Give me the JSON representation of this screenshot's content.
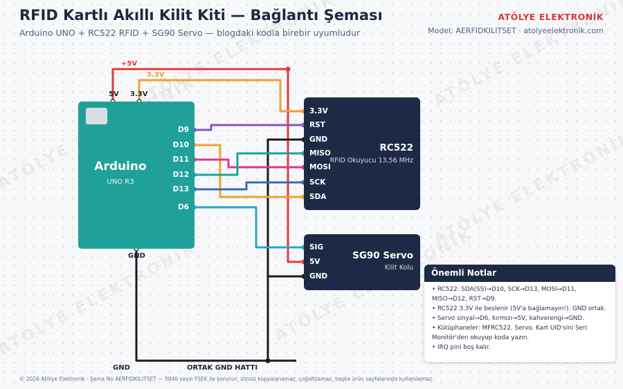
{
  "header": {
    "title": "RFID Kartlı Akıllı Kilit Kiti — Bağlantı Şeması",
    "subtitle": "Arduino UNO + RC522 RFID + SG90 Servo — blogdaki kodla birebir uyumludur",
    "brand": "ATÖLYE ELEKTRONİK",
    "model": "Model: AERFIDKILITSET · atolyeelektronik.com"
  },
  "watermark": "ATÖLYE ELEKTRONİK",
  "arduino": {
    "name": "Arduino",
    "model": "UNO R3",
    "pins": [
      "D9",
      "D10",
      "D11",
      "D12",
      "D13",
      "D6"
    ],
    "top_pins": [
      "5V",
      "3.3V"
    ],
    "gnd": "GND"
  },
  "rc522": {
    "title": "RC522",
    "subtitle": "RFID Okuyucu 13,56 MHz",
    "pins": [
      "3.3V",
      "RST",
      "GND",
      "MISO",
      "MOSI",
      "SCK",
      "SDA"
    ]
  },
  "servo": {
    "title": "SG90 Servo",
    "subtitle": "Kilit Kolu",
    "pins": [
      "SIG",
      "5V",
      "GND"
    ]
  },
  "rails": {
    "v5": "+5V",
    "v33": "3.3V",
    "gnd_left": "GND",
    "gnd_common": "ORTAK GND HATTI"
  },
  "notes": {
    "title": "Önemli Notlar",
    "items": [
      "• RC522: SDA(SS)→D10, SCK→D13, MOSI→D11, MISO→D12, RST→D9.",
      "• RC522 3.3V ile beslenir (5V'a bağlamayın!). GND ortak.",
      "• Servo sinyal→D6, kırmızı→5V, kahverengi→GND.",
      "• Kütüphaneler: MFRC522, Servo. Kart UID'sini Seri Monitör'den okuyup koda yazın.",
      "• IRQ pini boş kalır."
    ]
  },
  "footer": "© 2026 Atölye Elektronik · Şema No AERFIDKILITSET — 5846 sayılı FSEK ile korunur; izinsiz kopyalanamaz, çoğaltılamaz, başka ürün sayfalarında kullanılamaz.",
  "colors": {
    "red": "#e03b3b",
    "orange": "#f0a030",
    "purple": "#8e4fc9",
    "teal": "#1aa399",
    "magenta": "#d63a8f",
    "blue": "#3868b8",
    "cyan": "#24a8c6",
    "black": "#1a1a1a"
  }
}
